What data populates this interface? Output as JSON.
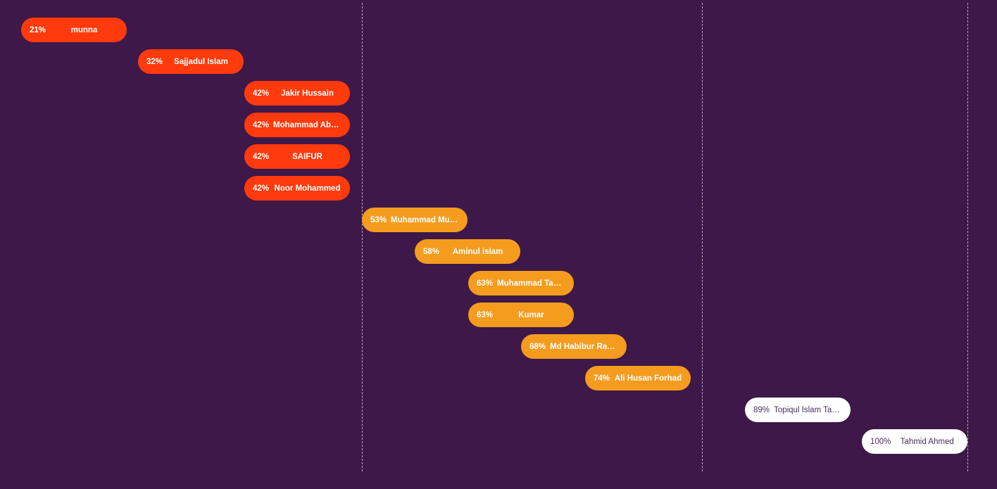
{
  "chart_data": {
    "type": "scatter",
    "xlim": [
      21,
      100
    ],
    "grid": false,
    "guide_lines_at": [
      53,
      85,
      100
    ],
    "colors": {
      "background": "#3d1848",
      "low": "#ff3a0c",
      "mid": "#f59c1e",
      "high": "#ffffff",
      "guide": "#ffffff",
      "high_text": "#4c2a63"
    },
    "points": [
      {
        "value": 21,
        "label": "21%",
        "name": "munna",
        "band": "low"
      },
      {
        "value": 32,
        "label": "32%",
        "name": "Sajjadul Islam",
        "band": "low"
      },
      {
        "value": 42,
        "label": "42%",
        "name": "Jakir Hussain",
        "band": "low"
      },
      {
        "value": 42,
        "label": "42%",
        "name": "Mohammad Abul...",
        "band": "low"
      },
      {
        "value": 42,
        "label": "42%",
        "name": "SAIFUR",
        "band": "low"
      },
      {
        "value": 42,
        "label": "42%",
        "name": "Noor Mohammed",
        "band": "low"
      },
      {
        "value": 53,
        "label": "53%",
        "name": "Muhammad Mus...",
        "band": "mid"
      },
      {
        "value": 58,
        "label": "58%",
        "name": "Aminul islam",
        "band": "mid"
      },
      {
        "value": 63,
        "label": "63%",
        "name": "Muhammad Tayy...",
        "band": "mid"
      },
      {
        "value": 63,
        "label": "63%",
        "name": "Kumar",
        "band": "mid"
      },
      {
        "value": 68,
        "label": "68%",
        "name": "Md Habibur Rah...",
        "band": "mid"
      },
      {
        "value": 74,
        "label": "74%",
        "name": "Ali Husan Forhad",
        "band": "mid"
      },
      {
        "value": 89,
        "label": "89%",
        "name": "Topiqul Islam Tah...",
        "band": "high"
      },
      {
        "value": 100,
        "label": "100%",
        "name": "Tahmid Ahmed",
        "band": "high"
      }
    ]
  }
}
